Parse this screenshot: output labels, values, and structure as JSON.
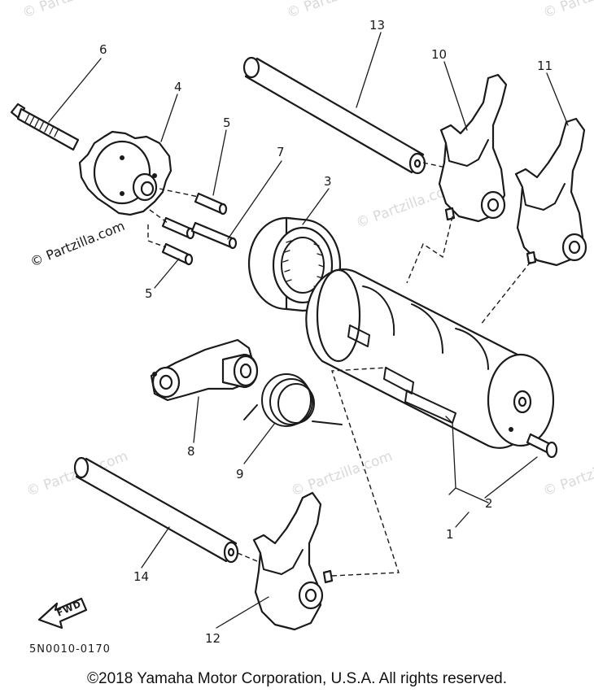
{
  "watermark": {
    "text": "© Partzilla.com",
    "prominent_text": "© Partzilla.com",
    "color": "#d9d9d9"
  },
  "callouts": [
    "1",
    "2",
    "3",
    "4",
    "5",
    "5",
    "6",
    "7",
    "8",
    "9",
    "10",
    "11",
    "12",
    "13",
    "14"
  ],
  "direction_tag": "FWD",
  "diagram_code": "5N0010-0170",
  "footer": {
    "copyright": "©2018  Yamaha Motor Corporation, U.S.A. All rights reserved."
  }
}
